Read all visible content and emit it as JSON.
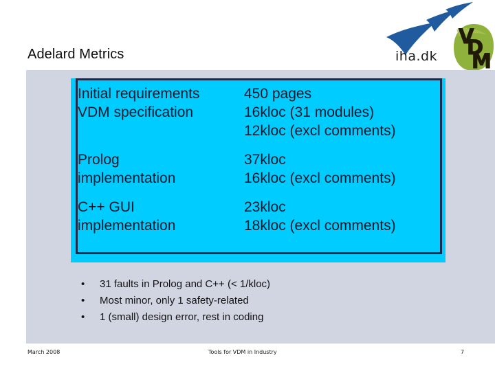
{
  "slide": {
    "title": "Adelard Metrics",
    "background_color": "#ffffff",
    "panel_color": "#d1d5e2",
    "accent_color": "#00ccff",
    "border_color": "#1b2a4a",
    "logo_blue": "#1f5b9e",
    "logo_green": "#8fb23c"
  },
  "logo": {
    "wordmark": "iha.dk",
    "badge_letters": [
      "V",
      "D",
      "M"
    ],
    "swoosh_name": "blue-swoosh-mark"
  },
  "metrics_table": {
    "rows": [
      {
        "label": "Initial requirements",
        "values": [
          "450 pages"
        ]
      },
      {
        "label": "VDM specification",
        "values": [
          "16kloc (31 modules)",
          "12kloc (excl comments)"
        ]
      },
      {
        "label": "Prolog implementation",
        "label_lines": [
          "Prolog",
          "implementation"
        ],
        "values": [
          "37kloc",
          "16kloc (excl comments)"
        ]
      },
      {
        "label": "C++ GUI implementation",
        "label_lines": [
          "C++ GUI",
          "implementation"
        ],
        "values": [
          "23kloc",
          "18kloc (excl comments)"
        ]
      }
    ]
  },
  "bullets": {
    "marker": "•",
    "items": [
      "31 faults in Prolog and C++ (< 1/kloc)",
      "Most minor, only 1 safety-related",
      "1 (small) design error, rest in coding"
    ]
  },
  "footer": {
    "date": "March 2008",
    "center": "Tools for VDM in Industry",
    "page": "7"
  }
}
